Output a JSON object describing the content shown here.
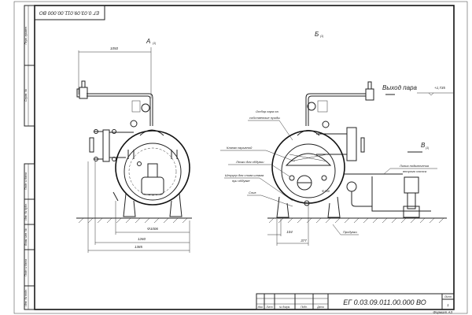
{
  "sheet": {
    "doc_code": "ЕГ 0.03.09.011.00.000  ВО",
    "doc_code_rotated": "ЕГ 0.03.09.011.00.000 ВО",
    "format": "Формат А3",
    "sheet_label": "Лист",
    "sheet_number": "1",
    "title_block_headers": [
      "Изм.",
      "Лист",
      "№ докум.",
      "Подп.",
      "Дата"
    ],
    "side_stamp": [
      "Перв. примен.",
      "Справ. №",
      "Подп. и дата",
      "Инв. № дубл.",
      "Взам. инв. №",
      "Подп. и дата",
      "Инв. № подл."
    ]
  },
  "views": {
    "view_a": "А",
    "view_b": "Б",
    "view_v": "В",
    "scale_mark": "(1)"
  },
  "dimensions": {
    "width_top": "1050",
    "diameter": "Φ1006",
    "width_1260": "1260",
    "width_1385": "1385",
    "dim_104": "104",
    "dim_377": "377",
    "door_diameter": "Φ350",
    "level": "+1,735"
  },
  "labels": {
    "steam_out": "Выход пара",
    "steam_own_needs": [
      "Отбор пара на",
      "собственные нужды"
    ],
    "explosion_valve": "Клапан взрывной",
    "blowdown_hatches": "Лючки для обдувки",
    "drain_fitting": [
      "Штуцер для слива шлама",
      "при обдувке"
    ],
    "drain": "Слив",
    "purge": "Продувки",
    "second_pump_line": [
      "Линия подключения",
      "второго насоса"
    ]
  }
}
